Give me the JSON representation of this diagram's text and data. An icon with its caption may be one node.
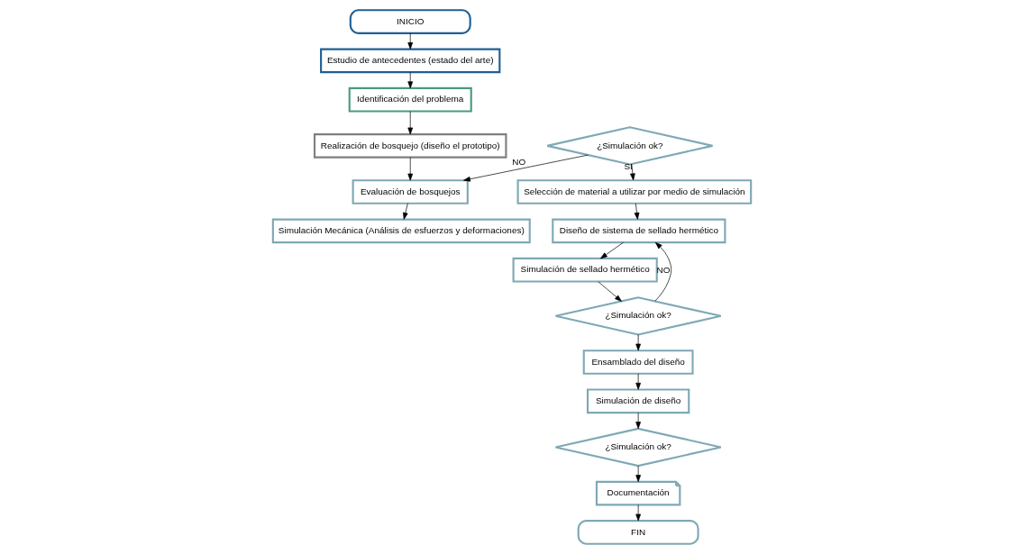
{
  "diagram": {
    "nodes": [
      {
        "text": [
          "INICIO"
        ]
      },
      {
        "text": [
          "Estudio de antecedentes (estado del arte)"
        ]
      },
      {
        "text": [
          "Identificación del problema"
        ]
      },
      {
        "text": [
          "Realización de bosquejo (diseño el prototipo)"
        ]
      },
      {
        "text": [
          "Evaluación de bosquejos"
        ]
      },
      {
        "text": [
          "Simulación Mecánica (Análisis de esfuerzos y deformaciones)"
        ]
      },
      {
        "text": [
          "¿Simulación ok?"
        ]
      },
      {
        "text": [
          "Selección de material a utilizar por medio de simulación"
        ]
      },
      {
        "text": [
          "Diseño de sistema de sellado hermético"
        ]
      },
      {
        "text": [
          "Simulación de sellado hermético"
        ]
      },
      {
        "text": [
          "¿Simulación ok?"
        ]
      },
      {
        "text": [
          "Ensamblado del diseño"
        ]
      },
      {
        "text": [
          "Simulación de diseño"
        ]
      },
      {
        "text": [
          "¿Simulación ok?"
        ]
      },
      {
        "text": [
          "Documentación"
        ]
      },
      {
        "text": [
          "FIN"
        ]
      }
    ],
    "edges": [
      {
        "from": 0,
        "to": 1,
        "arrow": "to"
      },
      {
        "from": 1,
        "to": 2,
        "arrow": "to"
      },
      {
        "from": 2,
        "to": 3,
        "arrow": "to"
      },
      {
        "from": 3,
        "to": 4,
        "arrow": "to"
      },
      {
        "from": 4,
        "to": 5,
        "arrow": "to"
      },
      {
        "from": 6,
        "to": 4,
        "arrow": "to",
        "label": "NO"
      },
      {
        "from": 6,
        "to": 7,
        "arrow": "to",
        "label": "SI"
      },
      {
        "from": 7,
        "to": 8,
        "arrow": "to"
      },
      {
        "from": 8,
        "to": 9,
        "arrow": "to"
      },
      {
        "from": 9,
        "to": 10,
        "arrow": "to"
      },
      {
        "from": 10,
        "to": 8,
        "arrow": "to",
        "label": "NO"
      },
      {
        "from": 10,
        "to": 11,
        "arrow": "to"
      },
      {
        "from": 11,
        "to": 12,
        "arrow": "to"
      },
      {
        "from": 12,
        "to": 13,
        "arrow": "to"
      },
      {
        "from": 13,
        "to": 14,
        "arrow": "to"
      },
      {
        "from": 14,
        "to": 15,
        "arrow": "to"
      }
    ]
  }
}
